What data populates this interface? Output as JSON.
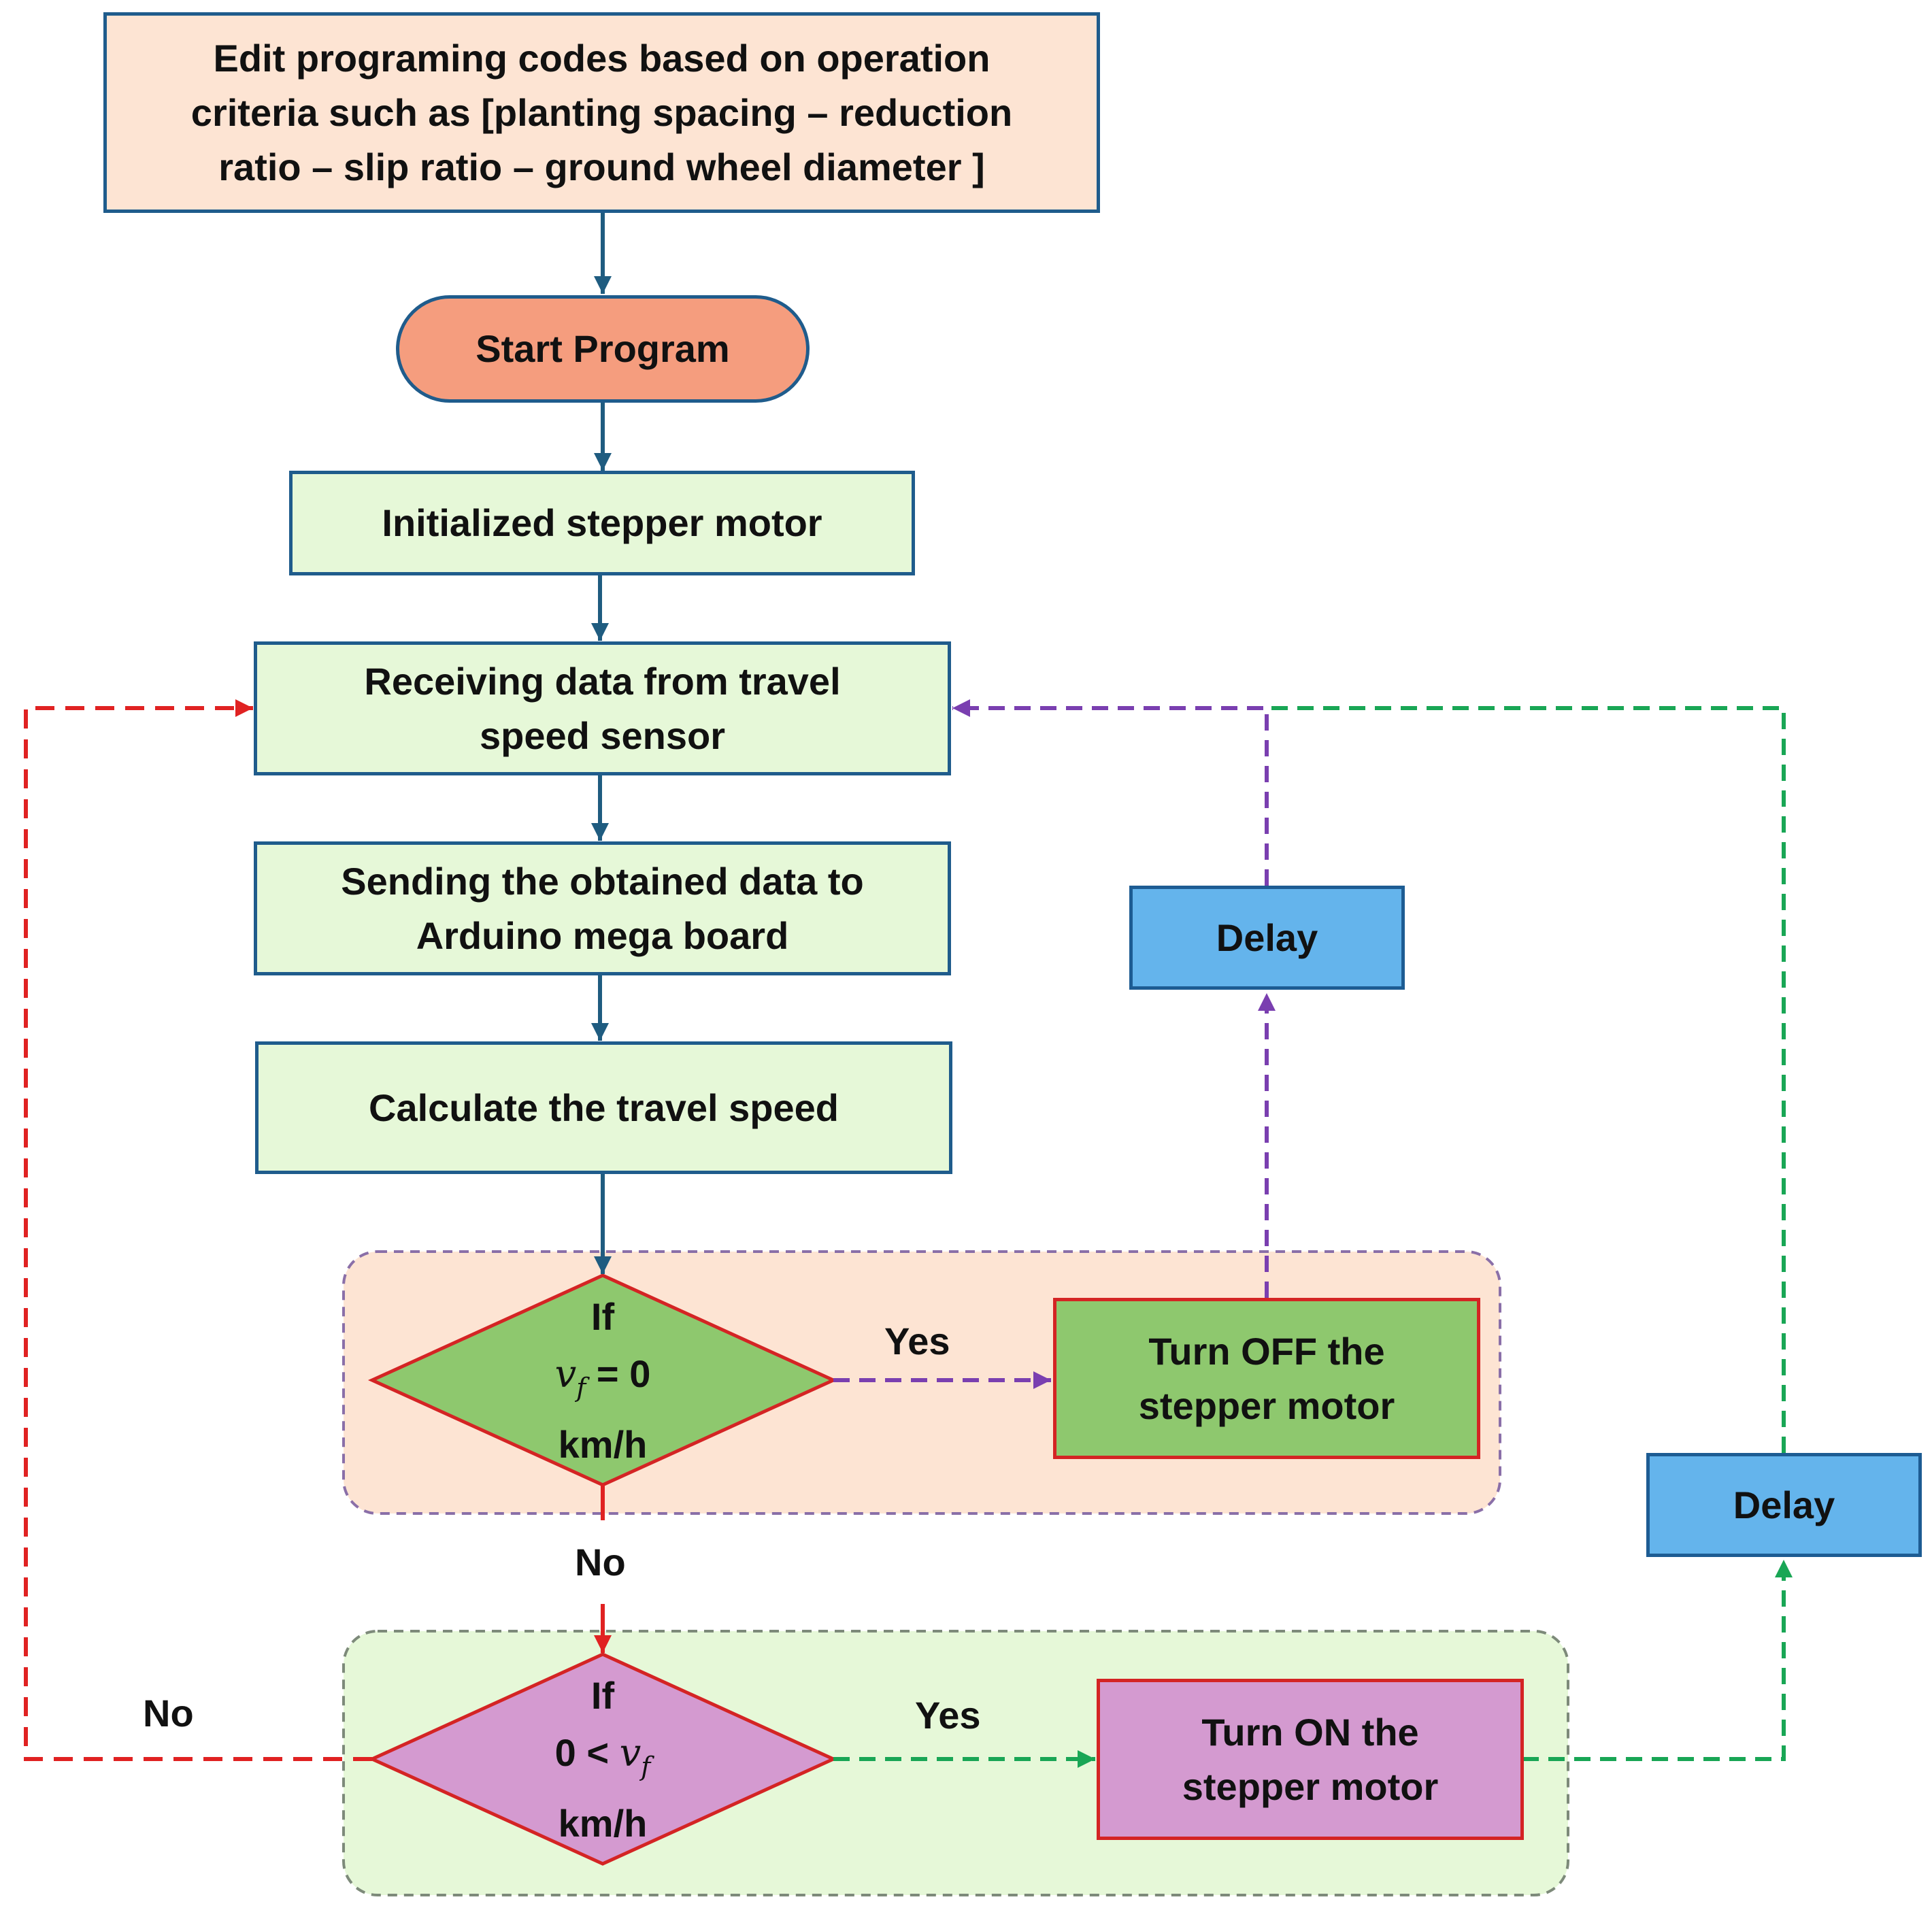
{
  "colors": {
    "process_fill": "#e6f8d8",
    "process_border": "#1f5c8c",
    "edit_fill": "#fde4d3",
    "start_fill": "#f59d7e",
    "delay_fill": "#64b4ec",
    "delay_border": "#1d5c93",
    "off_fill": "#8ec86e",
    "on_fill": "#d49ad0",
    "decision_border": "#d42424",
    "flow_arrow": "#1f5c80",
    "no_path": "#e02222",
    "off_path": "#7a3fb0",
    "on_path": "#19a655",
    "group_off_fill": "#fde4d3",
    "group_on_fill": "#e6f8d8",
    "group_border": "#8a6fa8"
  },
  "nodes": {
    "edit_codes": {
      "line1": "Edit programing codes based on operation",
      "line2": "criteria  such as [planting spacing – reduction",
      "line3": "ratio – slip ratio – ground wheel diameter ]"
    },
    "start": {
      "label": "Start Program"
    },
    "init_motor": {
      "label": "Initialized stepper motor"
    },
    "receive_data": {
      "line1": "Receiving data from travel",
      "line2": "speed sensor"
    },
    "send_data": {
      "line1": "Sending the obtained data to",
      "line2": "Arduino mega board"
    },
    "calc_speed": {
      "label": "Calculate the travel speed"
    },
    "decision_zero": {
      "if": "If",
      "var": "v",
      "sub": "f",
      "cond": " = 0",
      "unit": "km/h"
    },
    "decision_positive": {
      "if": "If",
      "cond": "0 < ",
      "var": "v",
      "sub": "f",
      "unit": "km/h"
    },
    "turn_off": {
      "line1": "Turn OFF the",
      "line2": "stepper motor"
    },
    "turn_on": {
      "line1": "Turn ON the",
      "line2": "stepper motor"
    },
    "delay_upper": {
      "label": "Delay"
    },
    "delay_lower": {
      "label": "Delay"
    }
  },
  "edges": {
    "yes_off": "Yes",
    "yes_on": "Yes",
    "no_down": "No",
    "no_left": "No"
  }
}
